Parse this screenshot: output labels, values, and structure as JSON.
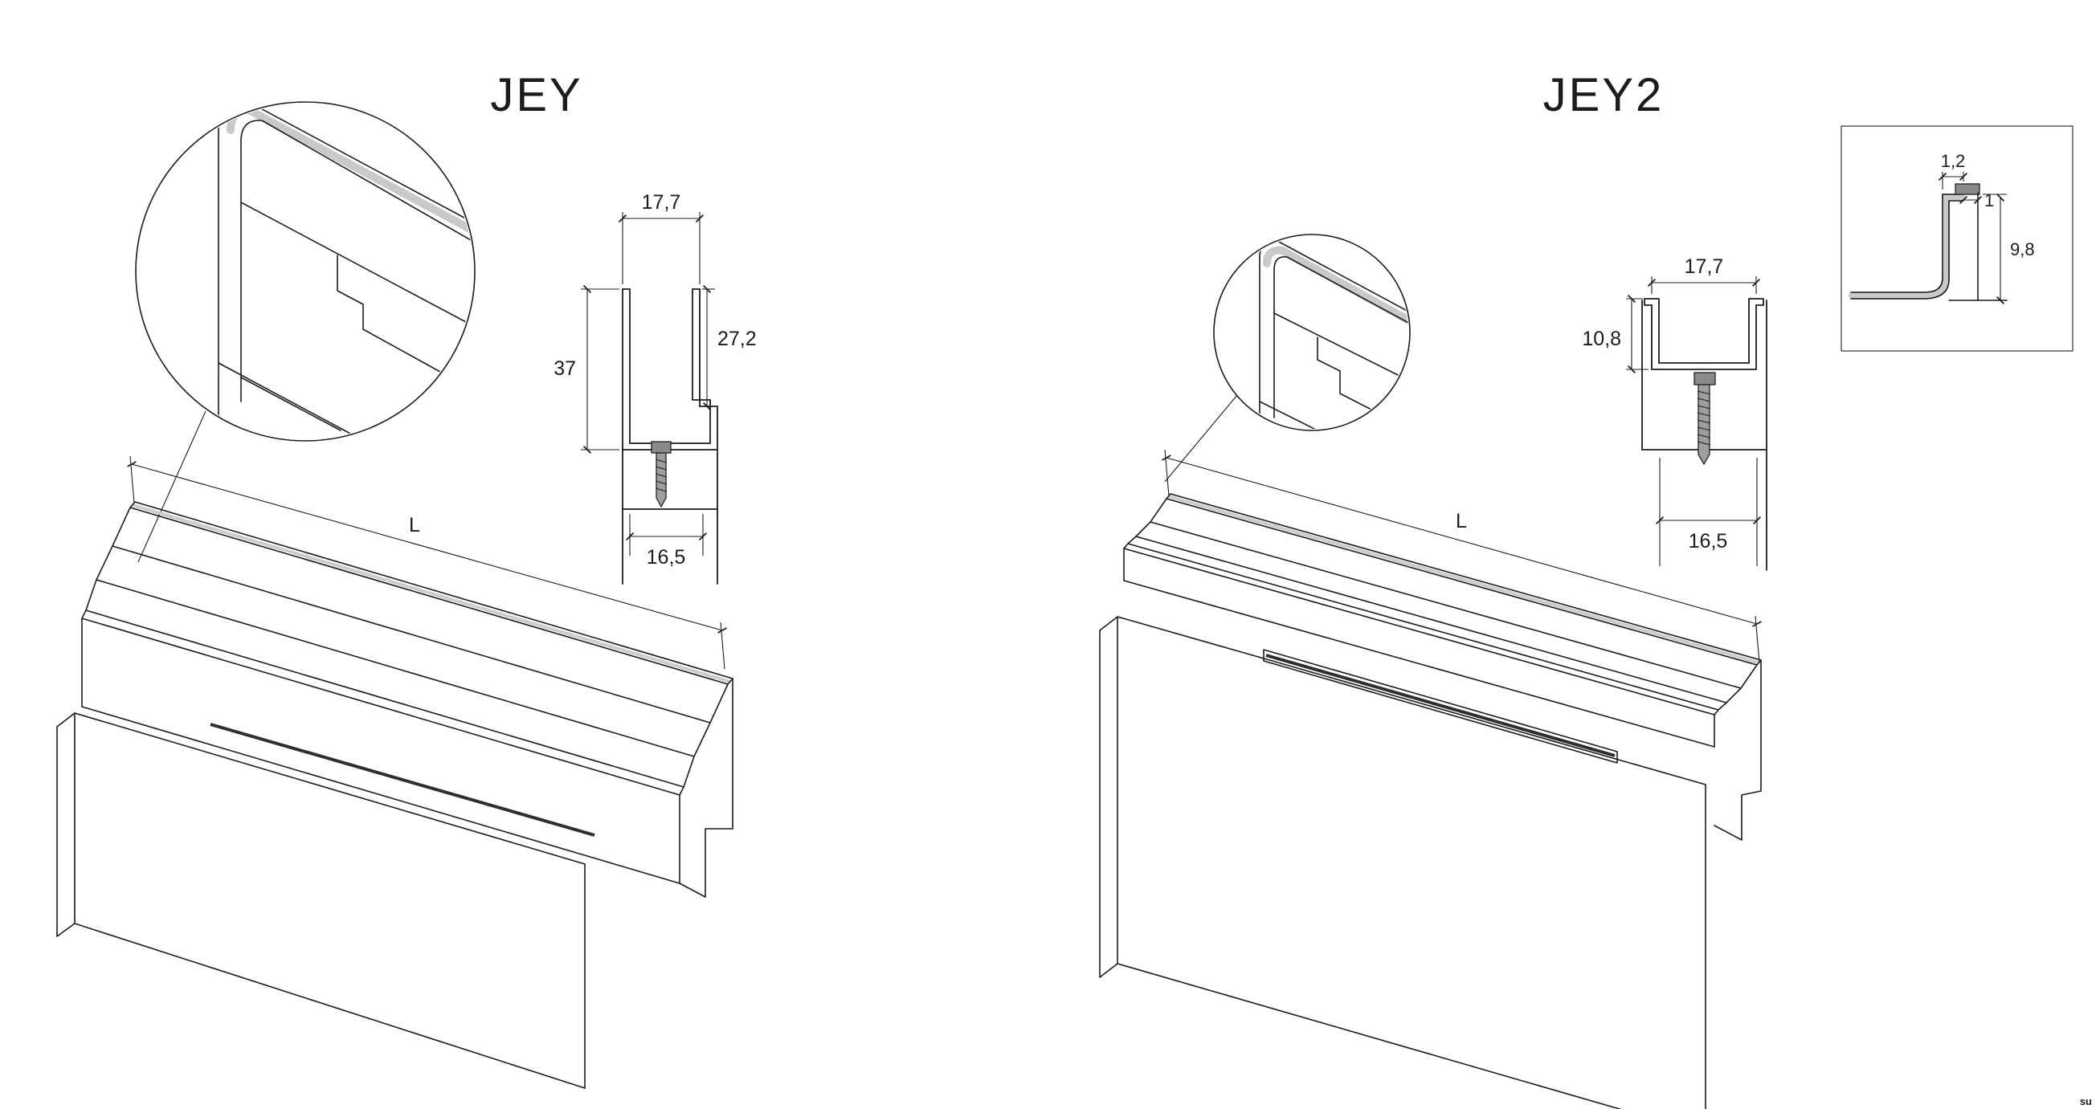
{
  "jey": {
    "title": "JEY",
    "length_label": "L",
    "dim_top": "17,7",
    "dim_height": "37",
    "dim_front": "27,2",
    "dim_bottom": "16,5"
  },
  "jey2": {
    "title": "JEY2",
    "length_label": "L",
    "dim_top": "17,7",
    "dim_height": "10,8",
    "dim_bottom": "16,5",
    "detail_lip": "1,2",
    "detail_gap": "1",
    "detail_depth": "9,8"
  },
  "watermark": "su"
}
